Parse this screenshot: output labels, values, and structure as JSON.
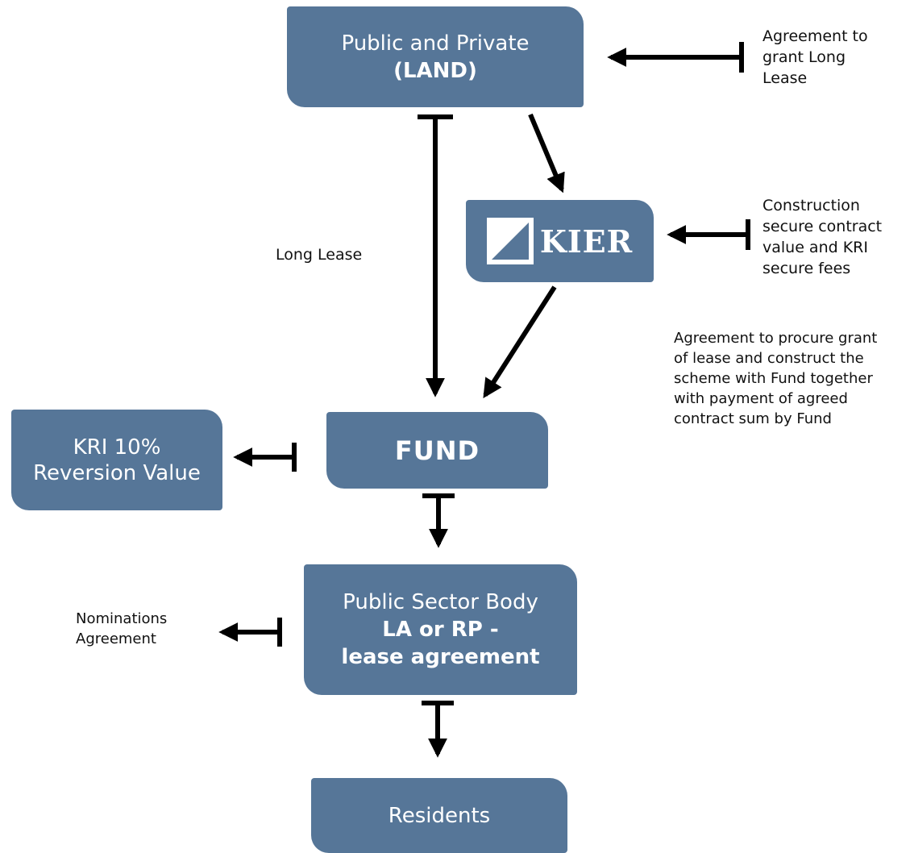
{
  "nodes": {
    "land": {
      "line1": "Public and Private",
      "line2": "(LAND)"
    },
    "kier": {
      "logo_text": "KIER"
    },
    "fund": {
      "label": "FUND"
    },
    "kri": {
      "line1": "KRI 10%",
      "line2": "Reversion Value"
    },
    "public_sector": {
      "line1": "Public Sector Body",
      "line2": "LA or RP -",
      "line3": "lease agreement"
    },
    "residents": {
      "label": "Residents"
    }
  },
  "annotations": {
    "agreement_long_lease": "Agreement to\ngrant Long\nLease",
    "construction": "Construction\nsecure contract\nvalue and KRI\nsecure fees",
    "long_lease": "Long Lease",
    "procure": "Agreement to procure grant\nof lease and construct the\nscheme with Fund together\nwith payment of agreed\ncontract sum by Fund",
    "nominations": "Nominations\nAgreement"
  },
  "colors": {
    "box": "#567698",
    "arrow": "#000000",
    "text": "#111111"
  }
}
